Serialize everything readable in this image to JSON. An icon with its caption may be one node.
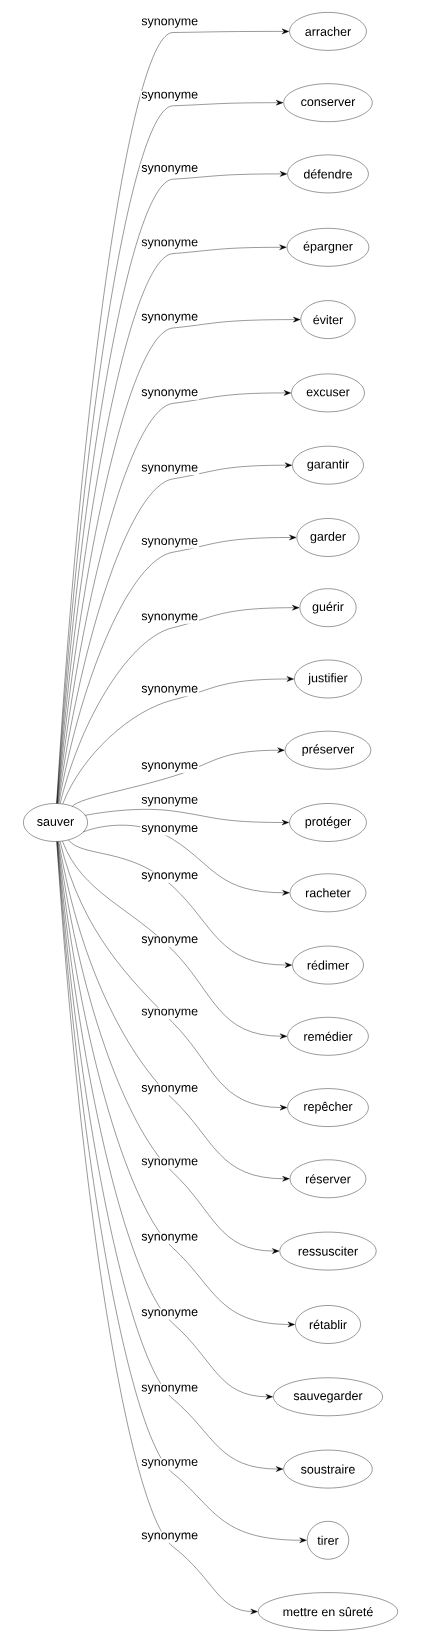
{
  "diagram": {
    "nodes": [
      {
        "text": [
          "sauver"
        ]
      },
      {
        "text": [
          "arracher"
        ]
      },
      {
        "text": [
          "conserver"
        ]
      },
      {
        "text": [
          "défendre"
        ]
      },
      {
        "text": [
          "épargner"
        ]
      },
      {
        "text": [
          "éviter"
        ]
      },
      {
        "text": [
          "excuser"
        ]
      },
      {
        "text": [
          "garantir"
        ]
      },
      {
        "text": [
          "garder"
        ]
      },
      {
        "text": [
          "guérir"
        ]
      },
      {
        "text": [
          "justifier"
        ]
      },
      {
        "text": [
          "préserver"
        ]
      },
      {
        "text": [
          "protéger"
        ]
      },
      {
        "text": [
          "racheter"
        ]
      },
      {
        "text": [
          "rédimer"
        ]
      },
      {
        "text": [
          "remédier"
        ]
      },
      {
        "text": [
          "repêcher"
        ]
      },
      {
        "text": [
          "réserver"
        ]
      },
      {
        "text": [
          "ressusciter"
        ]
      },
      {
        "text": [
          "rétablir"
        ]
      },
      {
        "text": [
          "sauvegarder"
        ]
      },
      {
        "text": [
          "soustraire"
        ]
      },
      {
        "text": [
          "tirer"
        ]
      },
      {
        "text": [
          "mettre en sûreté"
        ]
      }
    ],
    "edges": [
      {
        "from": 0,
        "to": 1,
        "arrow": "to",
        "label": "synonyme"
      },
      {
        "from": 0,
        "to": 2,
        "arrow": "to",
        "label": "synonyme"
      },
      {
        "from": 0,
        "to": 3,
        "arrow": "to",
        "label": "synonyme"
      },
      {
        "from": 0,
        "to": 4,
        "arrow": "to",
        "label": "synonyme"
      },
      {
        "from": 0,
        "to": 5,
        "arrow": "to",
        "label": "synonyme"
      },
      {
        "from": 0,
        "to": 6,
        "arrow": "to",
        "label": "synonyme"
      },
      {
        "from": 0,
        "to": 7,
        "arrow": "to",
        "label": "synonyme"
      },
      {
        "from": 0,
        "to": 8,
        "arrow": "to",
        "label": "synonyme"
      },
      {
        "from": 0,
        "to": 9,
        "arrow": "to",
        "label": "synonyme"
      },
      {
        "from": 0,
        "to": 10,
        "arrow": "to",
        "label": "synonyme"
      },
      {
        "from": 0,
        "to": 11,
        "arrow": "to",
        "label": "synonyme"
      },
      {
        "from": 0,
        "to": 12,
        "arrow": "to",
        "label": "synonyme"
      },
      {
        "from": 0,
        "to": 13,
        "arrow": "to",
        "label": "synonyme"
      },
      {
        "from": 0,
        "to": 14,
        "arrow": "to",
        "label": "synonyme"
      },
      {
        "from": 0,
        "to": 15,
        "arrow": "to",
        "label": "synonyme"
      },
      {
        "from": 0,
        "to": 16,
        "arrow": "to",
        "label": "synonyme"
      },
      {
        "from": 0,
        "to": 17,
        "arrow": "to",
        "label": "synonyme"
      },
      {
        "from": 0,
        "to": 18,
        "arrow": "to",
        "label": "synonyme"
      },
      {
        "from": 0,
        "to": 19,
        "arrow": "to",
        "label": "synonyme"
      },
      {
        "from": 0,
        "to": 20,
        "arrow": "to",
        "label": "synonyme"
      },
      {
        "from": 0,
        "to": 21,
        "arrow": "to",
        "label": "synonyme"
      },
      {
        "from": 0,
        "to": 22,
        "arrow": "to",
        "label": "synonyme"
      },
      {
        "from": 0,
        "to": 23,
        "arrow": "to",
        "label": "synonyme"
      }
    ]
  }
}
